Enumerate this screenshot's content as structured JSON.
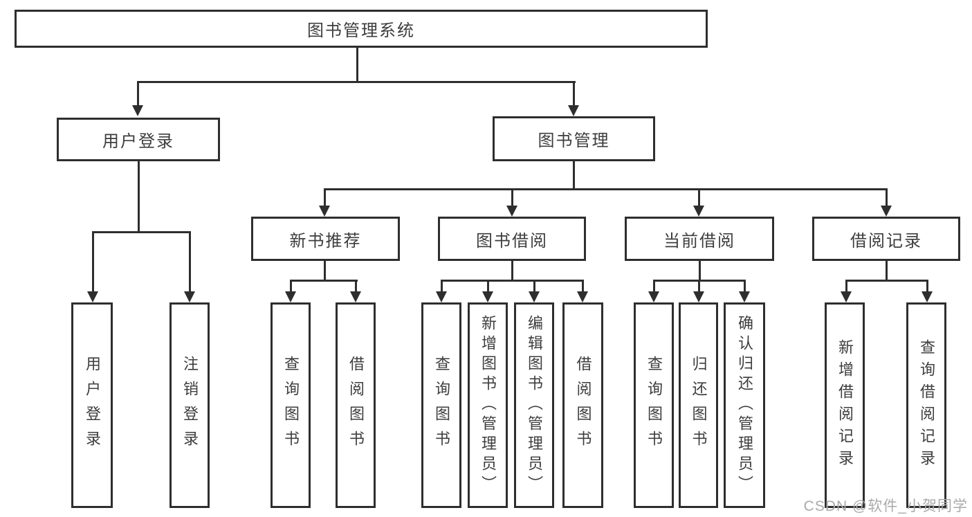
{
  "diagram": {
    "type": "hierarchy-tree",
    "watermark": "CSDN @软件_小贺同学",
    "colors": {
      "line": "#2e2e2e",
      "text": "#3d3d3d",
      "background": "#ffffff",
      "watermark": "#aaaaaa"
    },
    "nodes": {
      "root": {
        "label": "图书管理系统"
      },
      "user_login": {
        "label": "用户登录"
      },
      "book_mgmt": {
        "label": "图书管理"
      },
      "login": {
        "label": "用户登录"
      },
      "logout": {
        "label": "注销登录"
      },
      "new_book_rec": {
        "label": "新书推荐"
      },
      "book_borrow": {
        "label": "图书借阅"
      },
      "current_borrow": {
        "label": "当前借阅"
      },
      "borrow_records": {
        "label": "借阅记录"
      },
      "rec_query": {
        "label": "查询图书"
      },
      "rec_borrow": {
        "label": "借阅图书"
      },
      "bb_query": {
        "label": "查询图书"
      },
      "bb_add": {
        "label": "新增图书（管理员）"
      },
      "bb_edit": {
        "label": "编辑图书（管理员）"
      },
      "bb_borrow": {
        "label": "借阅图书"
      },
      "cb_query": {
        "label": "查询图书"
      },
      "cb_return": {
        "label": "归还图书"
      },
      "cb_confirm": {
        "label": "确认归还（管理员）"
      },
      "br_add": {
        "label": "新增借阅记录"
      },
      "br_query": {
        "label": "查询借阅记录"
      }
    },
    "edges": [
      [
        "root",
        "user_login"
      ],
      [
        "root",
        "book_mgmt"
      ],
      [
        "user_login",
        "login"
      ],
      [
        "user_login",
        "logout"
      ],
      [
        "book_mgmt",
        "new_book_rec"
      ],
      [
        "book_mgmt",
        "book_borrow"
      ],
      [
        "book_mgmt",
        "current_borrow"
      ],
      [
        "book_mgmt",
        "borrow_records"
      ],
      [
        "new_book_rec",
        "rec_query"
      ],
      [
        "new_book_rec",
        "rec_borrow"
      ],
      [
        "book_borrow",
        "bb_query"
      ],
      [
        "book_borrow",
        "bb_add"
      ],
      [
        "book_borrow",
        "bb_edit"
      ],
      [
        "book_borrow",
        "bb_borrow"
      ],
      [
        "current_borrow",
        "cb_query"
      ],
      [
        "current_borrow",
        "cb_return"
      ],
      [
        "current_borrow",
        "cb_confirm"
      ],
      [
        "borrow_records",
        "br_add"
      ],
      [
        "borrow_records",
        "br_query"
      ]
    ]
  }
}
